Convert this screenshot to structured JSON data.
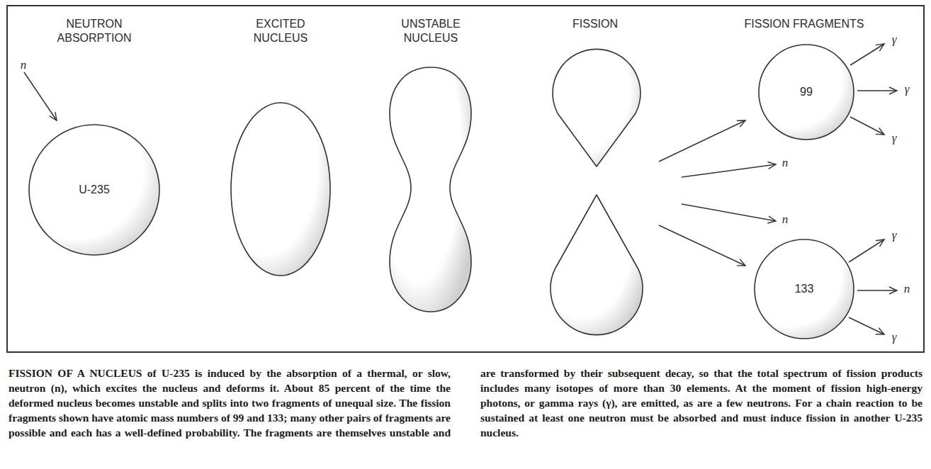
{
  "diagram": {
    "caption": "FISSION OF A NUCLEUS of U-235 is induced by the absorption of a thermal, or slow, neutron (n), which excites the nucleus and deforms it. About 85 percent of the time the deformed nucleus becomes unstable and splits into two fragments of unequal size. The fission fragments shown have atomic mass numbers of 99 and 133; many other pairs of fragments are possible and each has a well-defined probability. The fragments are themselves unstable and are transformed by their subsequent decay, so that the total spectrum of fission products includes many isotopes of more than 30 elements. At the moment of fission high-energy photons, or gamma rays (γ), are emitted, as are a few neutrons. For a chain reaction to be sustained at least one neutron must be absorbed and must induce fission in another U-235 nucleus.",
    "nodes": [
      {
        "text": [
          "U-235"
        ]
      },
      {
        "text": [
          "99"
        ]
      },
      {
        "text": [
          "133"
        ]
      }
    ],
    "labels": [
      "NEUTRON ABSORPTION",
      "EXCITED NUCLEUS",
      "UNSTABLE NUCLEUS",
      "FISSION",
      "FISSION FRAGMENTS",
      "n",
      "γ",
      "γ",
      "γ",
      "n",
      "n",
      "γ",
      "n",
      "γ"
    ]
  }
}
